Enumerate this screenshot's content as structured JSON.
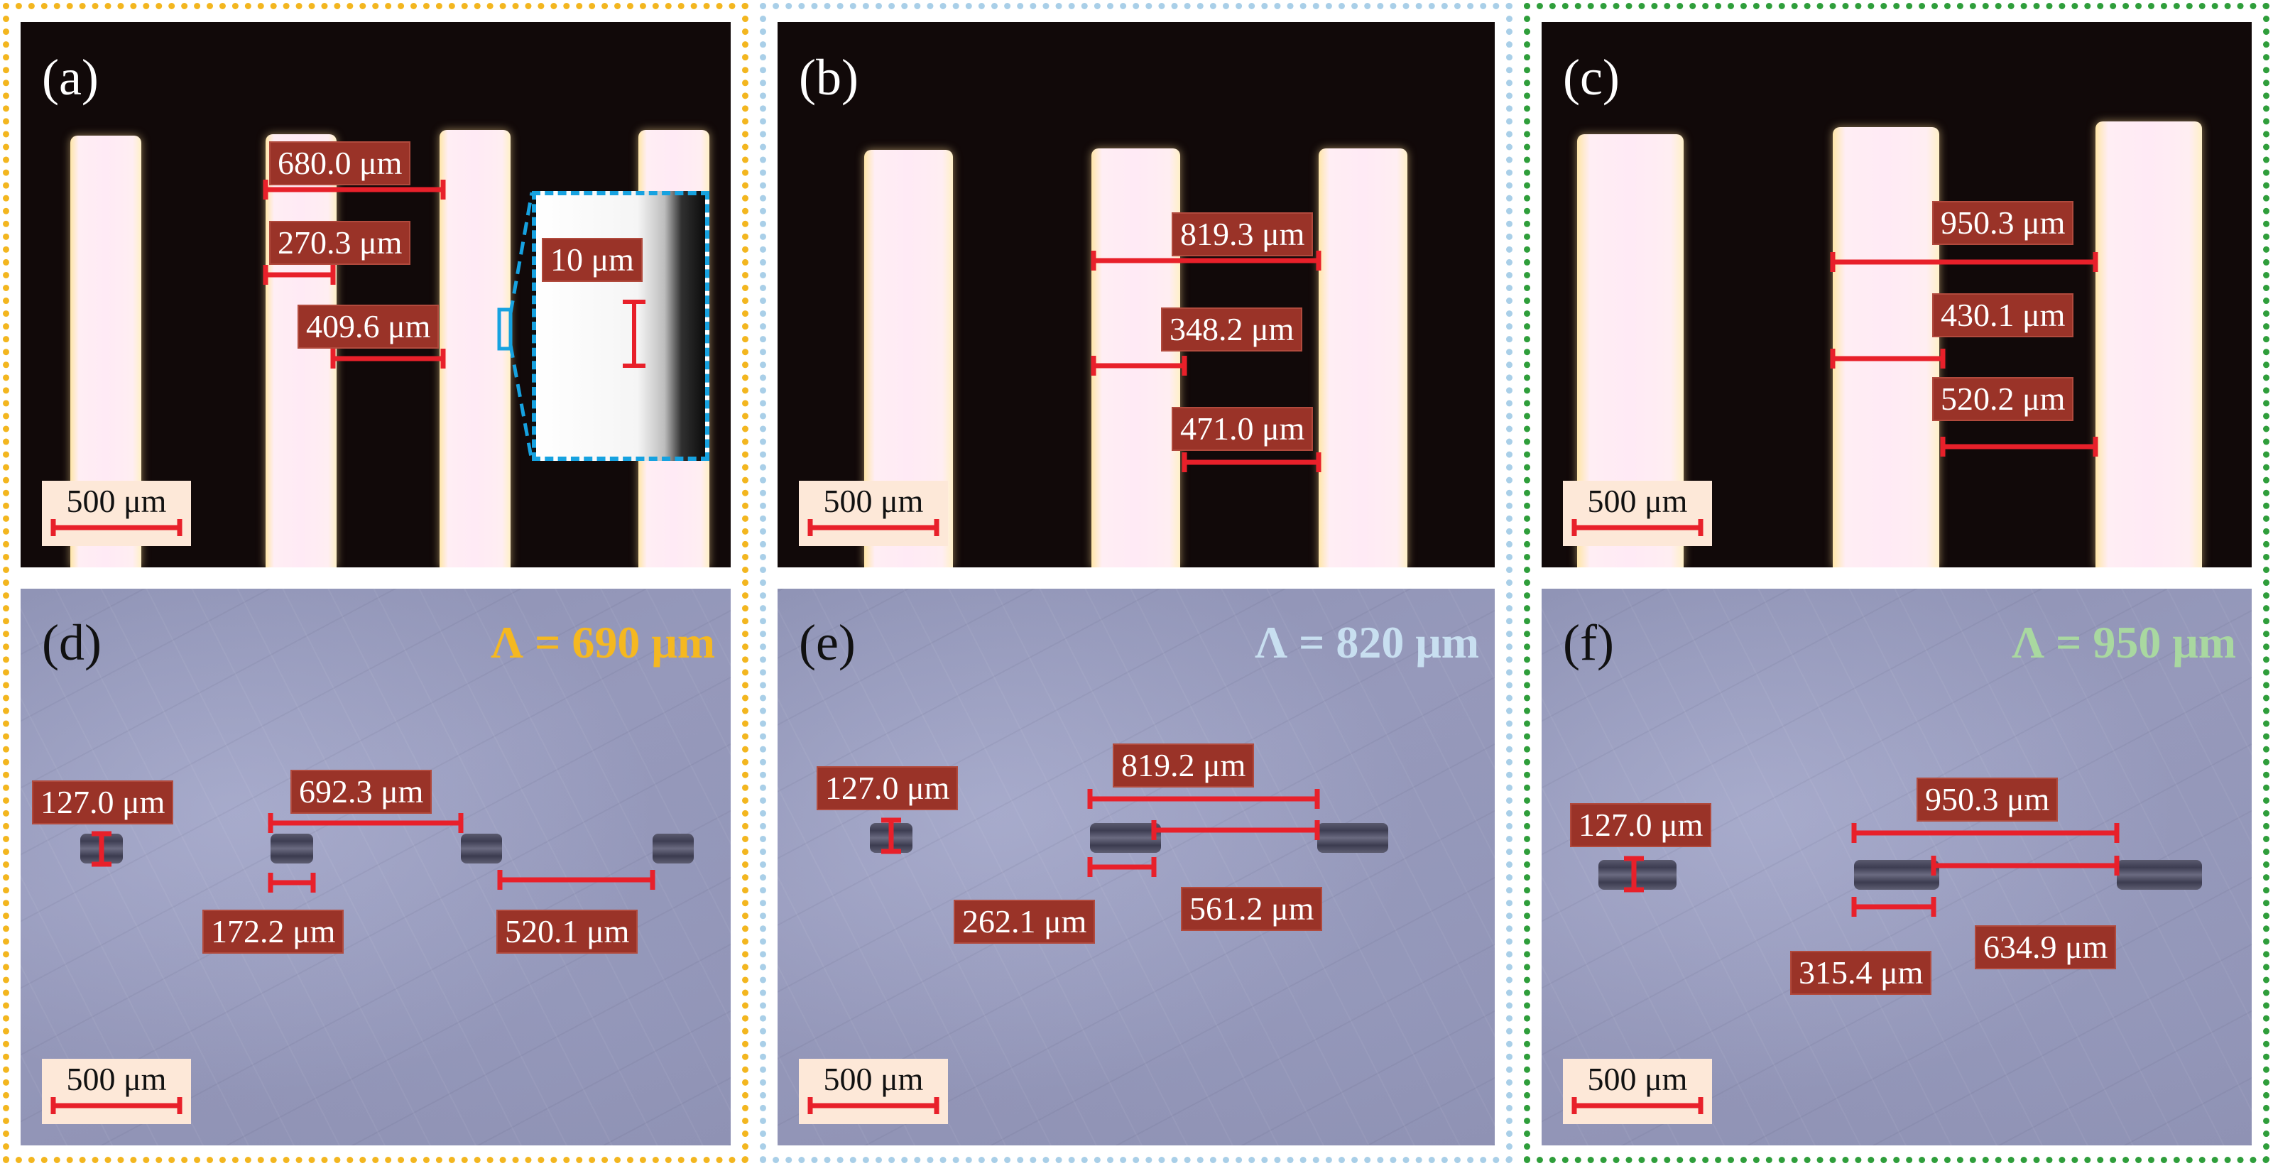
{
  "colors": {
    "group_a": "#f3b61f",
    "group_b": "#a9cfe8",
    "group_c": "#2f9e3b",
    "marker": "#e8202a",
    "label_bg": "#9a3328",
    "inset_border": "#16a2e0"
  },
  "panels": {
    "a": {
      "label": "(a)",
      "measurements": [
        "680.0 μm",
        "270.3 μm",
        "409.6 μm"
      ],
      "inset_label": "10 μm",
      "scale": "500 μm"
    },
    "b": {
      "label": "(b)",
      "measurements": [
        "819.3 μm",
        "348.2 μm",
        "471.0 μm"
      ],
      "scale": "500 μm"
    },
    "c": {
      "label": "(c)",
      "measurements": [
        "950.3 μm",
        "430.1 μm",
        "520.2 μm"
      ],
      "scale": "500 μm"
    },
    "d": {
      "label": "(d)",
      "lambda": "Λ = 690 μm",
      "lambda_color": "#f5b820",
      "measurements": [
        "127.0 μm",
        "692.3 μm",
        "172.2 μm",
        "520.1 μm"
      ],
      "scale": "500 μm"
    },
    "e": {
      "label": "(e)",
      "lambda": "Λ = 820 μm",
      "lambda_color": "#c8dff0",
      "measurements": [
        "127.0 μm",
        "819.2 μm",
        "262.1 μm",
        "561.2 μm"
      ],
      "scale": "500 μm"
    },
    "f": {
      "label": "(f)",
      "lambda": "Λ = 950 μm",
      "lambda_color": "#a9d8a0",
      "measurements": [
        "127.0 μm",
        "950.3 μm",
        "315.4 μm",
        "634.9 μm"
      ],
      "scale": "500 μm"
    }
  }
}
